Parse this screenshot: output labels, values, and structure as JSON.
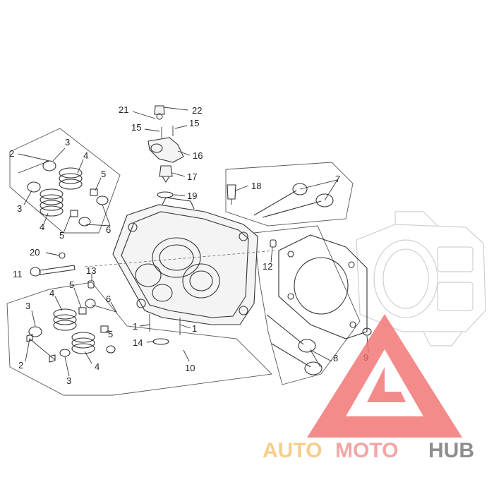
{
  "callouts": [
    {
      "id": "c21",
      "text": "21"
    },
    {
      "id": "c22",
      "text": "22"
    },
    {
      "id": "c15a",
      "text": "15"
    },
    {
      "id": "c15b",
      "text": "15"
    },
    {
      "id": "c16",
      "text": "16"
    },
    {
      "id": "c17",
      "text": "17"
    },
    {
      "id": "c19",
      "text": "19"
    },
    {
      "id": "c18",
      "text": "18"
    },
    {
      "id": "c7",
      "text": "7"
    },
    {
      "id": "c2a",
      "text": "2"
    },
    {
      "id": "c3a",
      "text": "3"
    },
    {
      "id": "c4a",
      "text": "4"
    },
    {
      "id": "c5a",
      "text": "5"
    },
    {
      "id": "c3b",
      "text": "3"
    },
    {
      "id": "c4b",
      "text": "4"
    },
    {
      "id": "c5b",
      "text": "5"
    },
    {
      "id": "c6a",
      "text": "6"
    },
    {
      "id": "c20",
      "text": "20"
    },
    {
      "id": "c11",
      "text": "11"
    },
    {
      "id": "c13",
      "text": "13"
    },
    {
      "id": "c12",
      "text": "12"
    },
    {
      "id": "c5c",
      "text": "5"
    },
    {
      "id": "c4c",
      "text": "4"
    },
    {
      "id": "c3c",
      "text": "3"
    },
    {
      "id": "c6b",
      "text": "6"
    },
    {
      "id": "c5d",
      "text": "5"
    },
    {
      "id": "c2b",
      "text": "2"
    },
    {
      "id": "c4d",
      "text": "4"
    },
    {
      "id": "c3d",
      "text": "3"
    },
    {
      "id": "c1a",
      "text": "1"
    },
    {
      "id": "c1b",
      "text": "1"
    },
    {
      "id": "c14",
      "text": "14"
    },
    {
      "id": "c10",
      "text": "10"
    },
    {
      "id": "c8",
      "text": "8"
    },
    {
      "id": "c9",
      "text": "9"
    }
  ],
  "watermark": {
    "part1": "AUTO",
    "part2": "MOTO",
    "part3": "HUB",
    "color1": "#f5c06a",
    "color2": "#f08c8c",
    "color3": "#6f6f6f",
    "triangle_color": "#f26b6b"
  }
}
